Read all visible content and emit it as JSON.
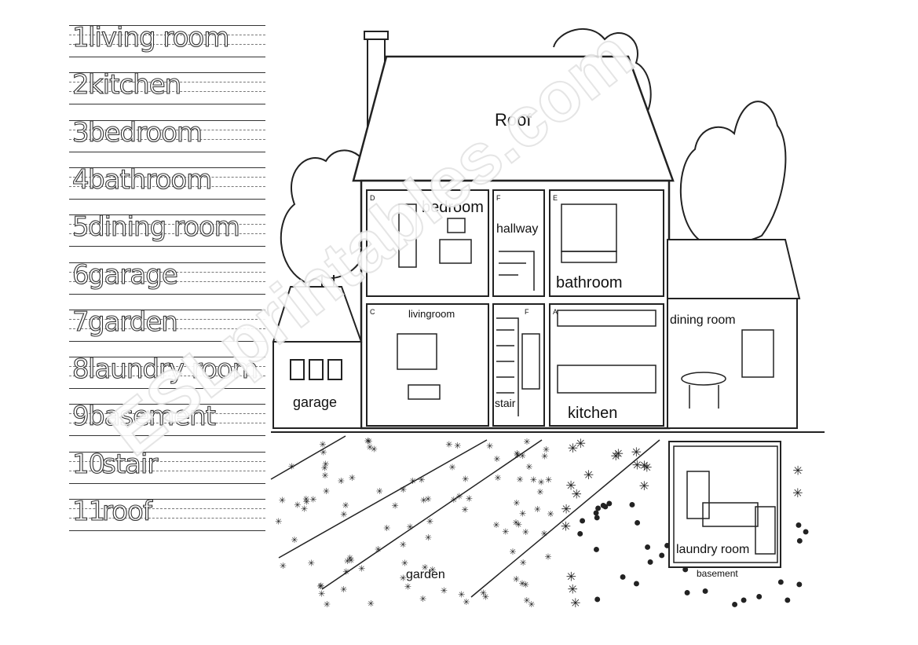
{
  "vocabulary": [
    {
      "number": "1",
      "word": "living room"
    },
    {
      "number": "2",
      "word": "kitchen"
    },
    {
      "number": "3",
      "word": "bedroom"
    },
    {
      "number": "4",
      "word": "bathroom"
    },
    {
      "number": "5",
      "word": "dining room"
    },
    {
      "number": "6",
      "word": "garage"
    },
    {
      "number": "7",
      "word": "garden"
    },
    {
      "number": "8",
      "word": "laundry room"
    },
    {
      "number": "9",
      "word": "basement"
    },
    {
      "number": "10",
      "word": "stair"
    },
    {
      "number": "11",
      "word": "roof"
    }
  ],
  "house_labels": {
    "roof": "Roof",
    "bedroom": "bedroom",
    "hallway": "hallway",
    "bathroom": "bathroom",
    "livingroom": "livingroom",
    "stair": "stair",
    "kitchen": "kitchen",
    "dining_room": "dining room",
    "garage": "garage",
    "garden": "garden",
    "laundry_room": "laundry room",
    "basement": "basement"
  },
  "room_letters": {
    "bedroom": "D",
    "hallway": "F",
    "bathroom": "E",
    "livingroom": "C",
    "stair": "F",
    "kitchen": "A"
  },
  "watermark": "ESLprintables.com"
}
